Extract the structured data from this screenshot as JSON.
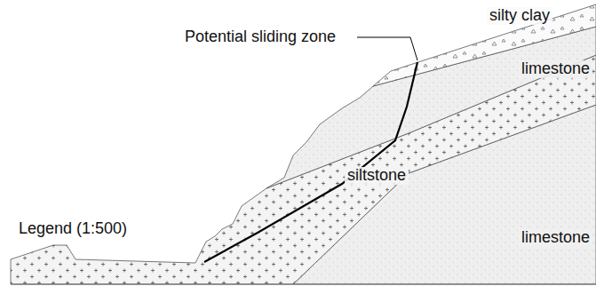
{
  "diagram": {
    "labels": [
      "silty clay",
      "Potential sliding zone",
      "limestone",
      "siltstone",
      "limestone",
      "Legend (1:500)"
    ]
  }
}
